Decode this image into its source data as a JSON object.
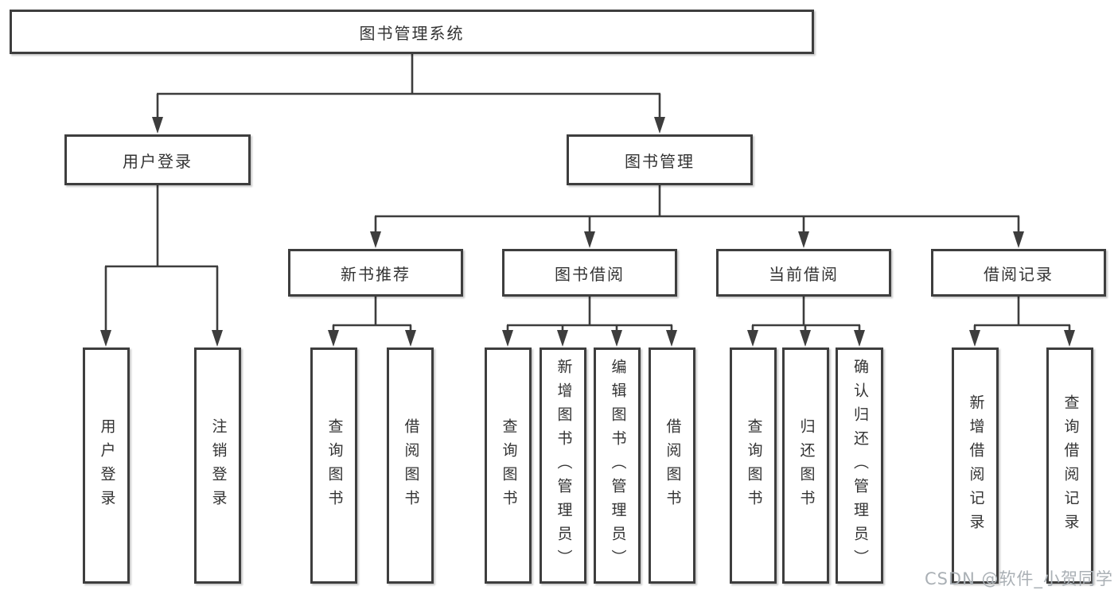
{
  "diagram": {
    "root": {
      "label": "图书管理系统"
    },
    "level2": [
      {
        "label": "用户登录"
      },
      {
        "label": "图书管理"
      }
    ],
    "level3": [
      {
        "label": "新书推荐"
      },
      {
        "label": "图书借阅"
      },
      {
        "label": "当前借阅"
      },
      {
        "label": "借阅记录"
      }
    ],
    "leaves": {
      "user_login": [
        "用户登录",
        "注销登录"
      ],
      "new_book": [
        "查询图书",
        "借阅图书"
      ],
      "book_borrow": [
        "查询图书",
        "新增图书（管理员）",
        "编辑图书（管理员）",
        "借阅图书"
      ],
      "current_borrow": [
        "查询图书",
        "归还图书",
        "确认归还（管理员）"
      ],
      "borrow_records": [
        "新增借阅记录",
        "查询借阅记录"
      ]
    },
    "watermark": "CSDN @软件_小贺同学",
    "colors": {
      "line": "#3d3d3d",
      "box_border": "#3e3e3e",
      "text": "#333333",
      "watermark": "#aab0b5",
      "background": "#ffffff"
    }
  }
}
